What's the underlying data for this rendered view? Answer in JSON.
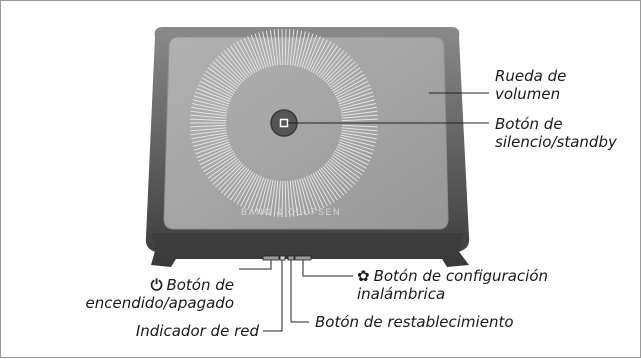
{
  "device": {
    "brand": "BANG & OLUFSEN"
  },
  "callouts": {
    "volume_wheel": {
      "line1": "Rueda de",
      "line2": "volumen"
    },
    "mute_button": {
      "line1": "Botón de",
      "line2": "silencio/standby"
    },
    "power_button": {
      "icon": "power-icon",
      "line1": "Botón de",
      "line2": "encendido/apagado"
    },
    "network_indicator": {
      "text": "Indicador de red"
    },
    "reset_button": {
      "text": "Botón de restablecimiento"
    },
    "wireless_setup_button": {
      "icon": "gear-icon",
      "line1": "Botón de configuración",
      "line2": "inalámbrica"
    }
  },
  "colors": {
    "body_dark": "#4e4e4e",
    "body_mid": "#7d7d7d",
    "top_plate": "#a3a3a3",
    "dial_ticks": "#e4e4e4",
    "leader_line": "#222222"
  }
}
